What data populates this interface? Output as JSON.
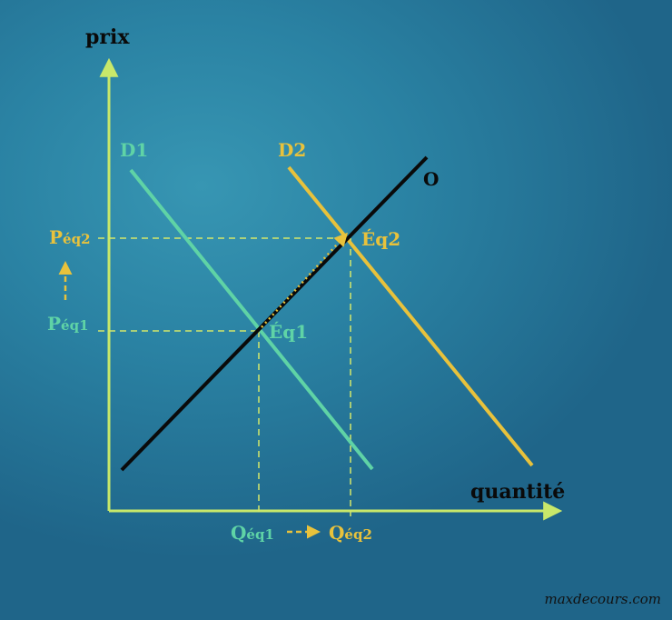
{
  "axes": {
    "y_label": "prix",
    "x_label": "quantité"
  },
  "curves": {
    "d1_label": "D1",
    "d2_label": "D2",
    "supply_label": "O"
  },
  "points": {
    "eq1": "Éq1",
    "eq2": "Éq2"
  },
  "price": {
    "p1_main": "P",
    "p1_sub": "éq1",
    "p2_main": "P",
    "p2_sub": "éq2"
  },
  "quantity": {
    "q1_main": "Q",
    "q1_sub": "éq1",
    "q2_main": "Q",
    "q2_sub": "éq2"
  },
  "watermark": "maxdecours.com",
  "colors": {
    "axis": "#c8e86a",
    "d1": "#5fd3a6",
    "d2": "#e8c23c",
    "supply": "#0a0a0a",
    "guide": "#d4e86a"
  }
}
